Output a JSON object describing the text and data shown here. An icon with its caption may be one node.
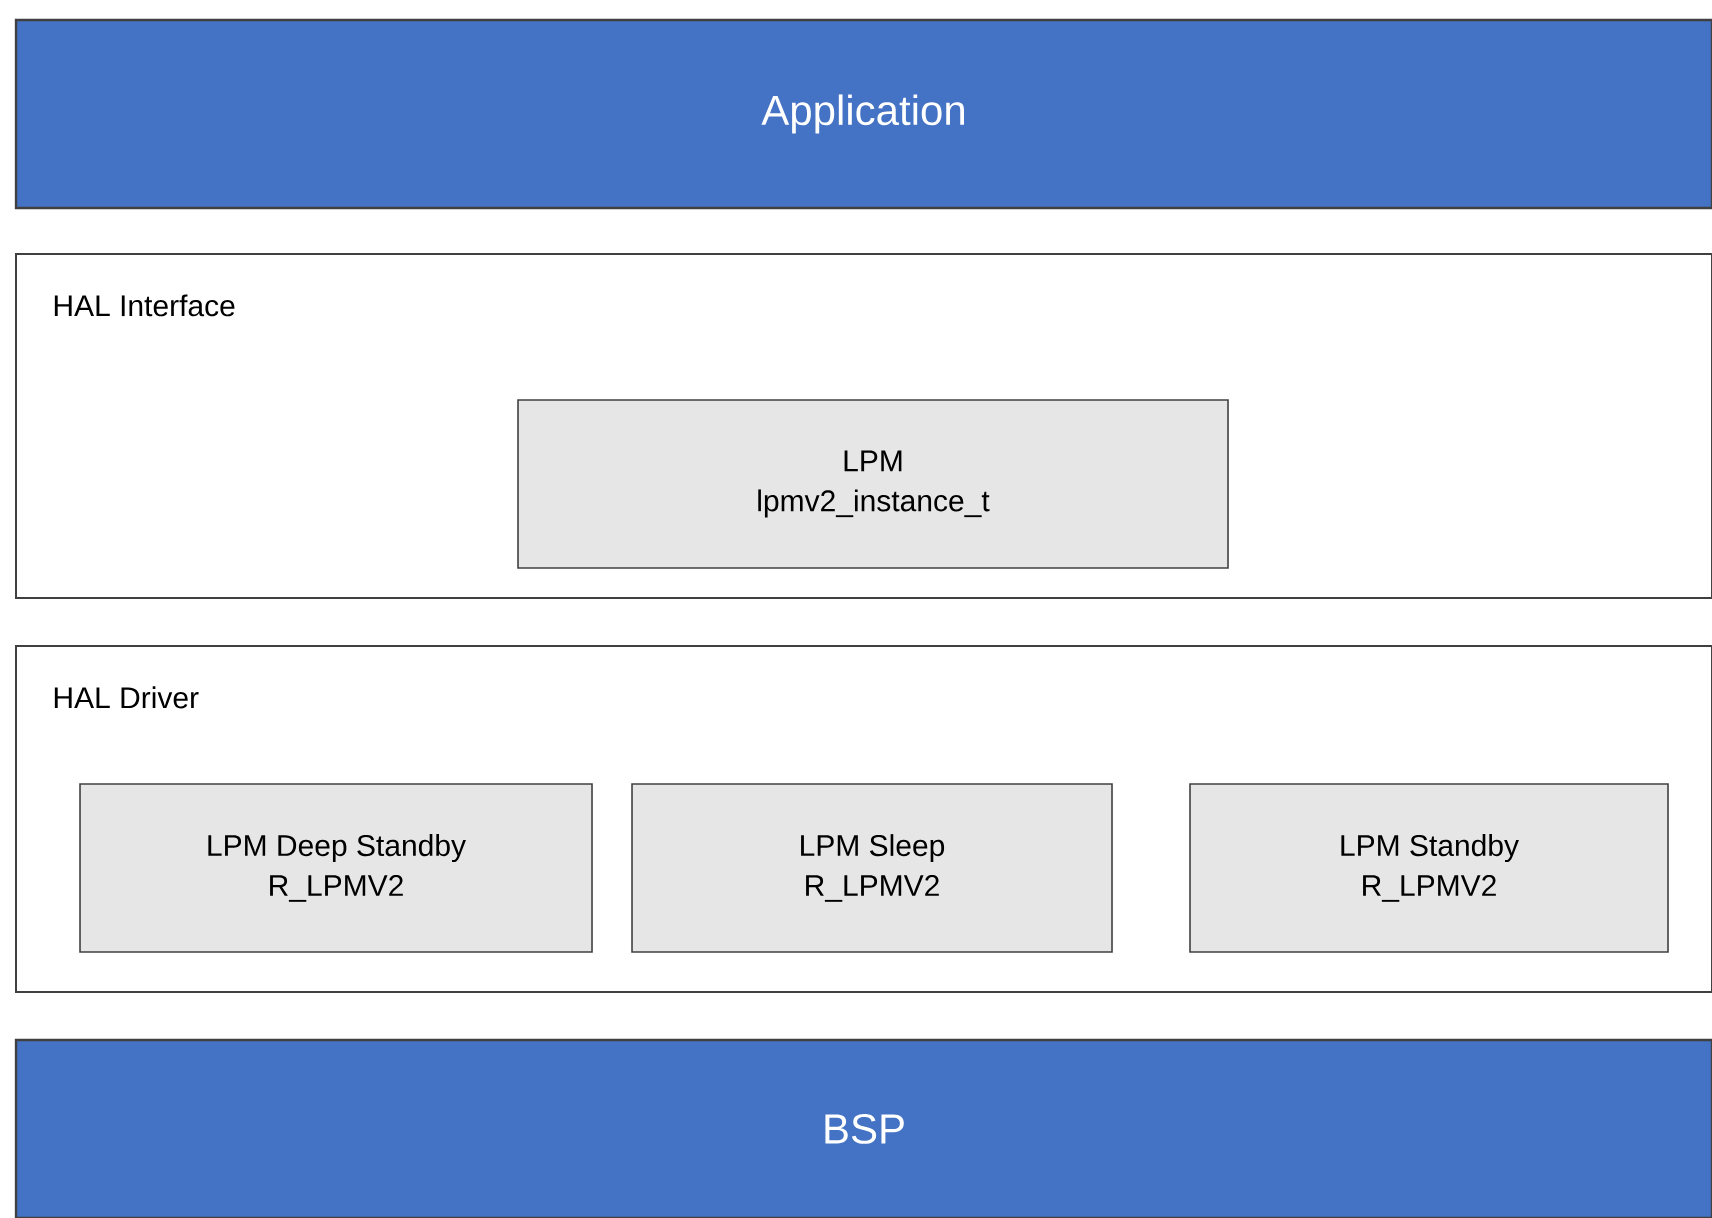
{
  "diagram": {
    "nodes": [
      {
        "text": [
          "Application"
        ]
      },
      {
        "text": [
          "HAL Interface"
        ]
      },
      {
        "text": [
          "LPM",
          "lpmv2_instance_t"
        ],
        "in": 1
      },
      {
        "text": [
          "HAL Driver"
        ]
      },
      {
        "text": [
          "LPM Deep Standby",
          "R_LPMV2"
        ],
        "in": 3
      },
      {
        "text": [
          "LPM Sleep",
          "R_LPMV2"
        ],
        "in": 3
      },
      {
        "text": [
          "LPM Standby",
          "R_LPMV2"
        ],
        "in": 3
      },
      {
        "text": [
          "BSP"
        ]
      }
    ]
  }
}
